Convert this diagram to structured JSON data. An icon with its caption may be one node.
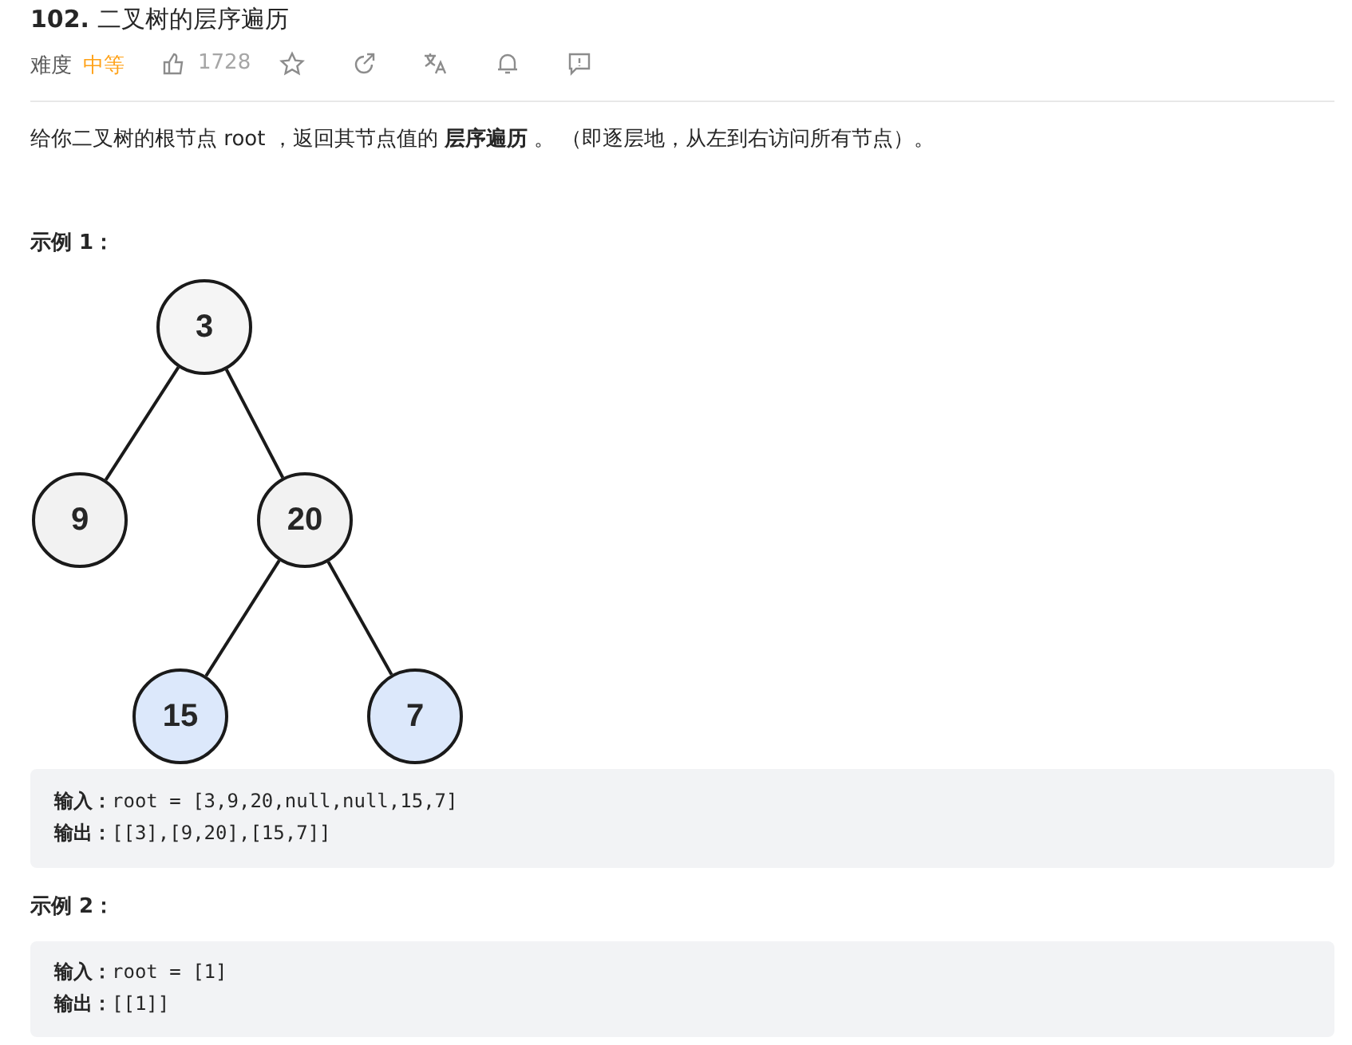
{
  "diagram": {
    "title": "**102.** 二叉树的层序遍历",
    "nodes": [
      {
        "text": [
          "3"
        ]
      },
      {
        "text": [
          "9"
        ]
      },
      {
        "text": [
          "20"
        ]
      },
      {
        "text": [
          "15"
        ]
      },
      {
        "text": [
          "7"
        ]
      }
    ],
    "edges": [
      {
        "from": 0,
        "to": 1,
        "arrow": "none"
      },
      {
        "from": 0,
        "to": 2,
        "arrow": "none"
      },
      {
        "from": 2,
        "to": 3,
        "arrow": "none"
      },
      {
        "from": 2,
        "to": 4,
        "arrow": "none"
      }
    ],
    "labels": [
      "难度",
      "中等",
      "1728",
      "给你二叉树的根节点 root ，返回其节点值的 **层序遍历** 。 （即逐层地，从左到右访问所有节点）。",
      "示例 1：",
      "**输入：**root = [3,9,20,null,null,15,7]",
      "**输出：**[[3],[9,20],[15,7]]",
      "示例 2：",
      "**输入：**root = [1]",
      "**输出：**[[1]]"
    ]
  }
}
